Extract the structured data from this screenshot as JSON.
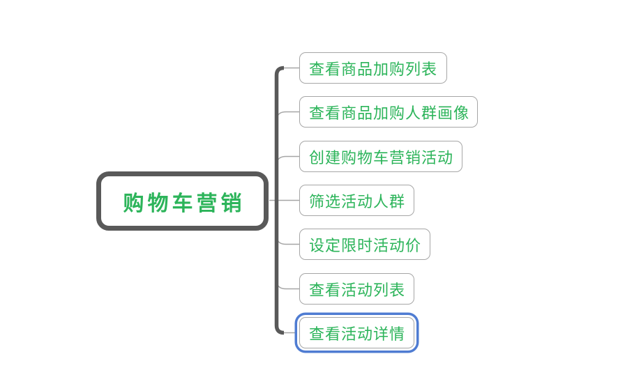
{
  "mindmap": {
    "root": {
      "label": "购物车营销",
      "selected": false
    },
    "children": [
      {
        "label": "查看商品加购列表",
        "selected": false
      },
      {
        "label": "查看商品加购人群画像",
        "selected": false
      },
      {
        "label": "创建购物车营销活动",
        "selected": false
      },
      {
        "label": "筛选活动人群",
        "selected": false
      },
      {
        "label": "设定限时活动价",
        "selected": false
      },
      {
        "label": "查看活动列表",
        "selected": false
      },
      {
        "label": "查看活动详情",
        "selected": true
      }
    ],
    "colors": {
      "node_text": "#2cb45a",
      "root_border": "#595959",
      "branch_line": "#a6a6a6",
      "selection": "#4f7cd2",
      "canvas_bg": "#ffffff"
    }
  }
}
